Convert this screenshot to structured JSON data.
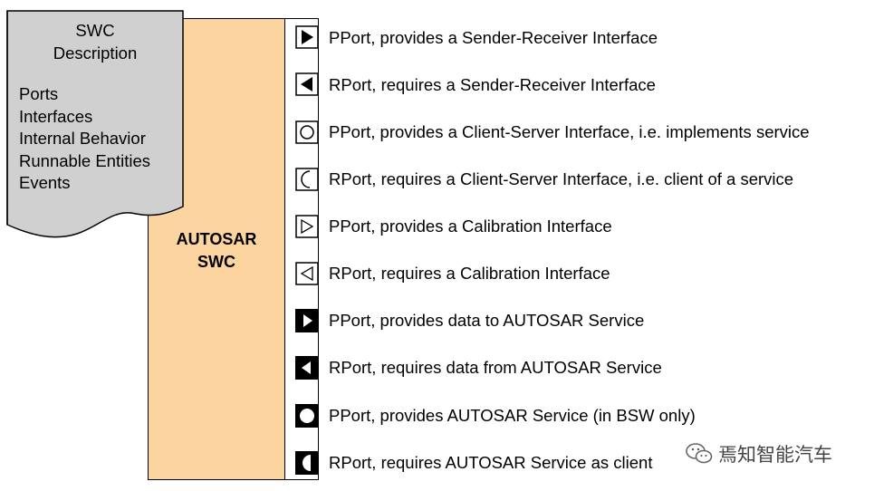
{
  "doc": {
    "title_line1": "SWC",
    "title_line2": "Description",
    "items": [
      "Ports",
      "Interfaces",
      "Internal Behavior",
      "Runnable Entities",
      "Events"
    ]
  },
  "swc": {
    "line1": "AUTOSAR",
    "line2": "SWC"
  },
  "ports": [
    {
      "icon": "filled-triangle-right-icon",
      "label": "PPort, provides a Sender-Receiver Interface"
    },
    {
      "icon": "filled-triangle-left-icon",
      "label": "RPort, requires a Sender-Receiver Interface"
    },
    {
      "icon": "circle-outline-icon",
      "label": "PPort, provides a Client-Server Interface, i.e. implements service"
    },
    {
      "icon": "half-circle-outline-icon",
      "label": "RPort, requires a Client-Server Interface, i.e. client of a service"
    },
    {
      "icon": "triangle-outline-right-icon",
      "label": "PPort, provides a Calibration Interface"
    },
    {
      "icon": "triangle-outline-left-icon",
      "label": "RPort, requires a Calibration Interface"
    },
    {
      "icon": "service-triangle-right-icon",
      "label": "PPort, provides data to AUTOSAR Service"
    },
    {
      "icon": "service-triangle-left-icon",
      "label": "RPort, requires data from AUTOSAR Service"
    },
    {
      "icon": "service-circle-icon",
      "label": "PPort, provides AUTOSAR Service (in BSW only)"
    },
    {
      "icon": "service-half-circle-icon",
      "label": "RPort, requires AUTOSAR Service as client"
    }
  ],
  "watermark": {
    "icon": "wechat-icon",
    "text": "焉知智能汽车"
  }
}
